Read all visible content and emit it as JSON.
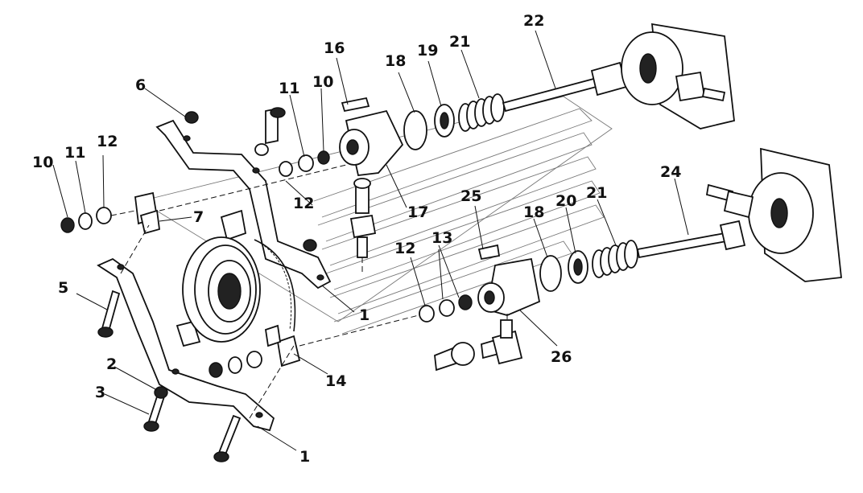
{
  "callouts": {
    "c1a": "1",
    "c1b": "1",
    "c2": "2",
    "c3": "3",
    "c5": "5",
    "c6": "6",
    "c7": "7",
    "c10a": "10",
    "c10b": "10",
    "c11a": "11",
    "c11b": "11",
    "c12a": "12",
    "c12b": "12",
    "c12c": "12",
    "c13": "13",
    "c14": "14",
    "c16": "16",
    "c17": "17",
    "c18a": "18",
    "c18b": "18",
    "c19": "19",
    "c20": "20",
    "c21a": "21",
    "c21b": "21",
    "c22": "22",
    "c24": "24",
    "c25": "25",
    "c26": "26"
  }
}
